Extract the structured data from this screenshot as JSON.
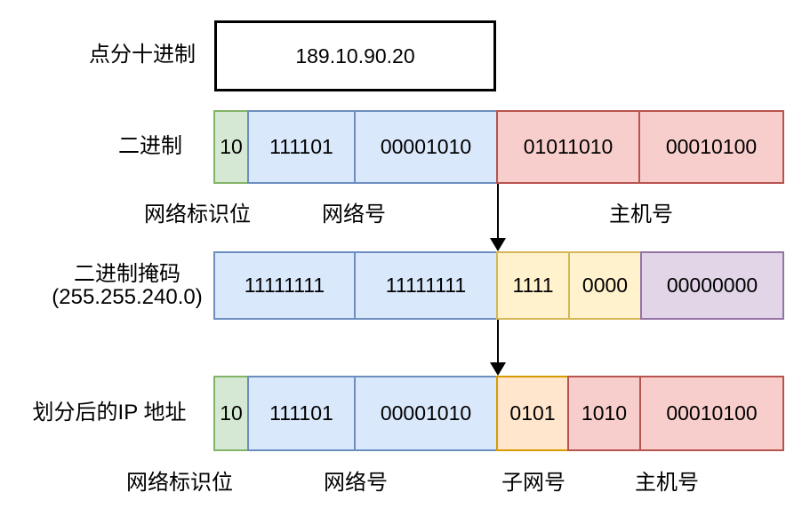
{
  "palette": {
    "green": {
      "fill": "#d5e8d4",
      "stroke": "#82b366"
    },
    "blue": {
      "fill": "#dae8fc",
      "stroke": "#6c8ebf"
    },
    "red": {
      "fill": "#f8cecc",
      "stroke": "#b85450"
    },
    "yellow": {
      "fill": "#fff2cc",
      "stroke": "#d6b656"
    },
    "orange": {
      "fill": "#ffe6cc",
      "stroke": "#d79b00"
    },
    "purple": {
      "fill": "#e1d5e7",
      "stroke": "#9673a6"
    },
    "outline": "#000000",
    "arrow": "#000000"
  },
  "rows": {
    "dotted_decimal": {
      "label": "点分十进制",
      "value": "189.10.90.20"
    },
    "binary": {
      "label": "二进制",
      "cells": [
        {
          "text": "10",
          "color": "green"
        },
        {
          "text": "111101",
          "color": "blue"
        },
        {
          "text": "00001010",
          "color": "blue"
        },
        {
          "text": "01011010",
          "color": "red"
        },
        {
          "text": "00010100",
          "color": "red"
        }
      ],
      "captions": [
        {
          "text": "网络标识位"
        },
        {
          "text": "网络号"
        },
        {
          "text": "主机号"
        }
      ]
    },
    "mask": {
      "label_line1": "二进制掩码",
      "label_line2": "(255.255.240.0)",
      "cells": [
        {
          "text": "11111111",
          "color": "blue"
        },
        {
          "text": "11111111",
          "color": "blue"
        },
        {
          "text": "1111",
          "color": "yellow"
        },
        {
          "text": "0000",
          "color": "yellow"
        },
        {
          "text": "00000000",
          "color": "purple"
        }
      ]
    },
    "subnetted": {
      "label": "划分后的IP 地址",
      "cells": [
        {
          "text": "10",
          "color": "green"
        },
        {
          "text": "111101",
          "color": "blue"
        },
        {
          "text": "00001010",
          "color": "blue"
        },
        {
          "text": "0101",
          "color": "orange"
        },
        {
          "text": "1010",
          "color": "red"
        },
        {
          "text": "00010100",
          "color": "red"
        }
      ],
      "captions": [
        {
          "text": "网络标识位"
        },
        {
          "text": "网络号"
        },
        {
          "text": "子网号"
        },
        {
          "text": "主机号"
        }
      ]
    }
  }
}
